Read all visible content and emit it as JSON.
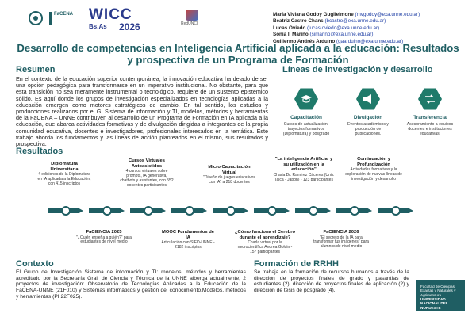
{
  "header": {
    "wicc": {
      "title": "WICC",
      "sub": "Bs.As",
      "year": "2026"
    },
    "facena": {
      "label": "FaCENA"
    },
    "redunci": {
      "label": "RedUNCI"
    },
    "authors": [
      {
        "name": "María Viviana Godoy Guglielmone",
        "email": "(mvgodoy@exa.unne.edu.ar)"
      },
      {
        "name": "Beatriz Castro Chans",
        "email": "(bcastro@exa.unne.edu.ar)"
      },
      {
        "name": "Lucas Oviedo",
        "email": "(lucas.oviedo@exa.unne.edu.ar)"
      },
      {
        "name": "Sonia I. Mariño",
        "email": "(simarino@exa.unne.edu.ar)"
      },
      {
        "name": "Guillermo Andrés Arduino",
        "email": "(gaarduino@exa.unne.edu.ar)"
      }
    ]
  },
  "title": "Desarrollo de competencias en Inteligencia Artificial aplicada a la educación: Resultados y prospectiva de un Programa de Formación",
  "resumen": {
    "heading": "Resumen",
    "text": "En el contexto de la educación superior contemporánea, la innovación educativa ha dejado de ser una opción pedagógica para transformarse en un imperativo institucional. No obstante, para que esta transición no sea meramente instrumental o tecnológico, requiere de un sustento epistémico sólido. Es aquí donde los grupos de investigación especializados en tecnologías aplicadas a la educación emergen como motores estratégicos de cambio. En tal sentido, los estudios y producciones realizados por el GI Sistema de información y TI, modelos, métodos y herramientas de la FaCENA – UNNE contribuyen al desarrollo de un Programa de Formación en IA aplicada a la educación, que abarca actividades formativas y de divulgación dirigidas a integrantes de la propia comunidad educativa, docentes e investigadores, profesionales interesados en la temática. Este trabajo aborda los fundamentos y las líneas de acción planteados en el mismo, sus resultados y prospectiva."
  },
  "lineas": {
    "heading": "Líneas de investigación y desarrollo",
    "items": [
      {
        "icon": "graduation-cap-icon",
        "title": "Capacitación",
        "desc": "Cursos de actualización, trayectos formativos (Diplomatura) y posgrado"
      },
      {
        "icon": "megaphone-icon",
        "title": "Divulgación",
        "desc": "Eventos académicos y producción de publicaciones."
      },
      {
        "icon": "transfer-icon",
        "title": "Transferencia",
        "desc": "Asesoramiento a equipos docentes e instituciones educativas."
      }
    ]
  },
  "resultados": {
    "heading": "Resultados",
    "items": [
      {
        "pos": "up",
        "title": "Diplomatura Universitaria",
        "desc": "4 ediciones de la Diplomatura en IA aplicada a la Educación, con 415 inscriptos"
      },
      {
        "pos": "down",
        "title": "FaCIENCIA 2025",
        "desc": "\"¿Quién enseña a quién?\" para estudiantes de nivel medio"
      },
      {
        "pos": "up",
        "title": "Cursos Virtuales Autoasistidos",
        "desc": "4 cursos virtuales sobre prompts, IA generativa, chatbots y asistentes, con 552 docentes participantes"
      },
      {
        "pos": "down",
        "title": "MOOC Fundamentos de IA",
        "desc": "Articulación con SIED-UNNE - 2182 inscriptos"
      },
      {
        "pos": "up",
        "title": "Micro Capacitación Virtual",
        "desc": "\"Diseño de juegos educativos con IA\" a 218 docentes"
      },
      {
        "pos": "down",
        "title": "¿Cómo funciona el Cerebro durante el aprendizaje?",
        "desc": "Charla virtual por la neurocientífica Andrea Goldin - 157 participantes"
      },
      {
        "pos": "up",
        "title": "\"La inteligencia Artificial y su utilización en la educación\"",
        "desc": "Charla Dr. Ramírez Cáceres (Univ. Talca - Japón) - 123 participantes"
      },
      {
        "pos": "down",
        "title": "FaCIENCIA 2026",
        "desc": "\"El secreto de la IA para transformar tus imágenes\" para alumnos de nivel medio"
      },
      {
        "pos": "up",
        "title": "Continuación y Profundización",
        "desc": "Actividades formativas y la exploración de nuevas líneas de investigación y desarrollo"
      }
    ]
  },
  "contexto": {
    "heading": "Contexto",
    "text": "El Grupo de Investigación Sistema de información y TI: modelos, métodos y herramientas acreditado por la Secretaría Gral. de Ciencia y Técnica de la UNNE alberga actualmente, 2 proyectos de investigación: Observatorio de Tecnologías Aplicadas a la Educación de la FaCENA-UNNE (21F010) y Sistemas informáticos y gestión del conocimiento.Modelos, métodos y herramientas (PI 22F025)."
  },
  "rrhh": {
    "heading": "Formación de RRHH",
    "text": "Se trabaja en la formación de recursos humanos a través de la dirección de proyectos finales de grado y pasantías de estudiantes (2), dirección de proyectos finales de aplicación (2) y dirección de tesis de posgrado (4)."
  },
  "footer": {
    "line1": "Facultad de Ciencias Exactas y Naturales y Agrimensura",
    "line2": "UNIVERSIDAD NACIONAL DEL NORDESTE"
  },
  "colors": {
    "primary": "#1f5e63",
    "accent": "#1f7a6a",
    "wicc": "#2a3a8c",
    "link": "#1f3fa5"
  }
}
